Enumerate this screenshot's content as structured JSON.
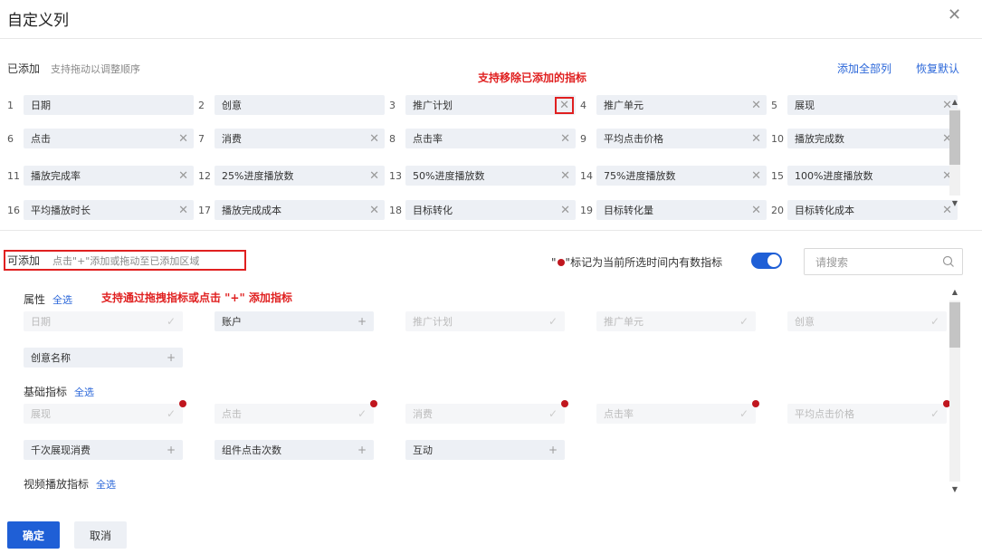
{
  "dialog": {
    "title": "自定义列",
    "close_icon": "close-icon"
  },
  "added": {
    "title": "已添加",
    "hint": "支持拖动以调整顺序",
    "add_all": "添加全部列",
    "restore_default": "恢复默认",
    "annotation": "支持移除已添加的指标",
    "rows": [
      [
        {
          "n": "1",
          "label": "日期",
          "removable": false
        },
        {
          "n": "2",
          "label": "创意",
          "removable": false
        },
        {
          "n": "3",
          "label": "推广计划",
          "removable": true,
          "highlight": true
        },
        {
          "n": "4",
          "label": "推广单元",
          "removable": true
        },
        {
          "n": "5",
          "label": "展现",
          "removable": true
        }
      ],
      [
        {
          "n": "6",
          "label": "点击",
          "removable": true
        },
        {
          "n": "7",
          "label": "消费",
          "removable": true
        },
        {
          "n": "8",
          "label": "点击率",
          "removable": true
        },
        {
          "n": "9",
          "label": "平均点击价格",
          "removable": true
        },
        {
          "n": "10",
          "label": "播放完成数",
          "removable": true
        }
      ],
      [
        {
          "n": "11",
          "label": "播放完成率",
          "removable": true
        },
        {
          "n": "12",
          "label": "25%进度播放数",
          "removable": true
        },
        {
          "n": "13",
          "label": "50%进度播放数",
          "removable": true
        },
        {
          "n": "14",
          "label": "75%进度播放数",
          "removable": true
        },
        {
          "n": "15",
          "label": "100%进度播放数",
          "removable": true
        }
      ],
      [
        {
          "n": "16",
          "label": "平均播放时长",
          "removable": true
        },
        {
          "n": "17",
          "label": "播放完成成本",
          "removable": true
        },
        {
          "n": "18",
          "label": "目标转化",
          "removable": true
        },
        {
          "n": "19",
          "label": "目标转化量",
          "removable": true
        },
        {
          "n": "20",
          "label": "目标转化成本",
          "removable": true
        }
      ]
    ]
  },
  "available": {
    "title": "可添加",
    "hint": "点击\"+\"添加或拖动至已添加区域",
    "legend_text": "标记为当前所选时间内有数指标",
    "legend_prefix": "\"",
    "legend_suffix": "\"",
    "search_placeholder": "请搜索",
    "annotation": "支持通过拖拽指标或点击 \"+\" 添加指标",
    "toggle_on": true,
    "groups": [
      {
        "title": "属性",
        "select_all": "全选",
        "items": [
          {
            "label": "日期",
            "added": true,
            "dot": false
          },
          {
            "label": "账户",
            "added": false,
            "dot": false
          },
          {
            "label": "推广计划",
            "added": true,
            "dot": false
          },
          {
            "label": "推广单元",
            "added": true,
            "dot": false
          },
          {
            "label": "创意",
            "added": true,
            "dot": false
          },
          {
            "label": "创意名称",
            "added": false,
            "dot": false
          }
        ]
      },
      {
        "title": "基础指标",
        "select_all": "全选",
        "items": [
          {
            "label": "展现",
            "added": true,
            "dot": true
          },
          {
            "label": "点击",
            "added": true,
            "dot": true
          },
          {
            "label": "消费",
            "added": true,
            "dot": true
          },
          {
            "label": "点击率",
            "added": true,
            "dot": true
          },
          {
            "label": "平均点击价格",
            "added": true,
            "dot": true
          },
          {
            "label": "千次展现消费",
            "added": false,
            "dot": false
          },
          {
            "label": "组件点击次数",
            "added": false,
            "dot": false
          },
          {
            "label": "互动",
            "added": false,
            "dot": false
          }
        ]
      },
      {
        "title": "视频播放指标",
        "select_all": "全选",
        "items": []
      }
    ]
  },
  "footer": {
    "confirm": "确定",
    "cancel": "取消"
  },
  "marks": {
    "plus": "+",
    "check": "✓",
    "x": "✕"
  },
  "colors": {
    "primary": "#1f5fd6",
    "annotation": "#e02020",
    "dot": "#c0161e",
    "chip_bg": "#edf0f5"
  }
}
